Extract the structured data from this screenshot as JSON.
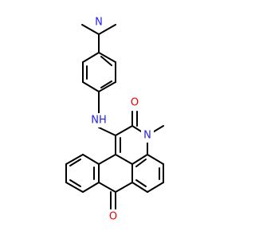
{
  "colors": {
    "carbon_bond": "#000000",
    "nitrogen": "#2222ee",
    "oxygen": "#ee0000",
    "background": "#ffffff"
  },
  "atom_labels": {
    "dimethylamino_N": "N",
    "amine_NH": "NH",
    "ring_N": "N",
    "lactam_O": "O",
    "ketone_O": "O"
  }
}
